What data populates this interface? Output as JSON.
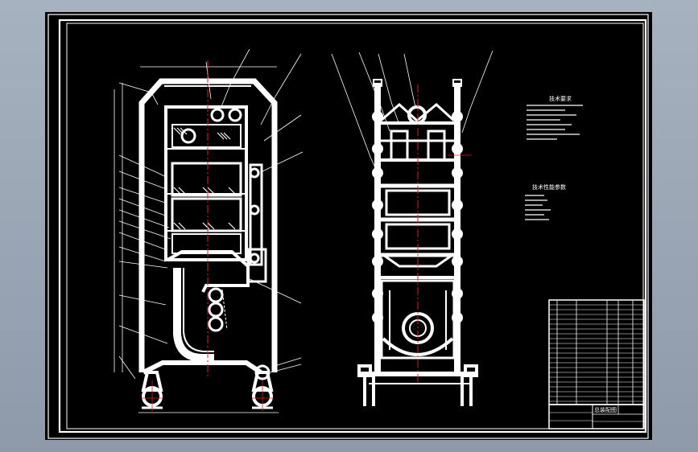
{
  "drawing": {
    "background": "#000000",
    "line_color": "#ffffff",
    "centerline_color": "#e0201c",
    "viewport_color": "#9aa6b5"
  },
  "notes": {
    "tech_title": "技术要求",
    "spec_title": "技术性能参数"
  },
  "title_block": {
    "title": "总装配图"
  }
}
